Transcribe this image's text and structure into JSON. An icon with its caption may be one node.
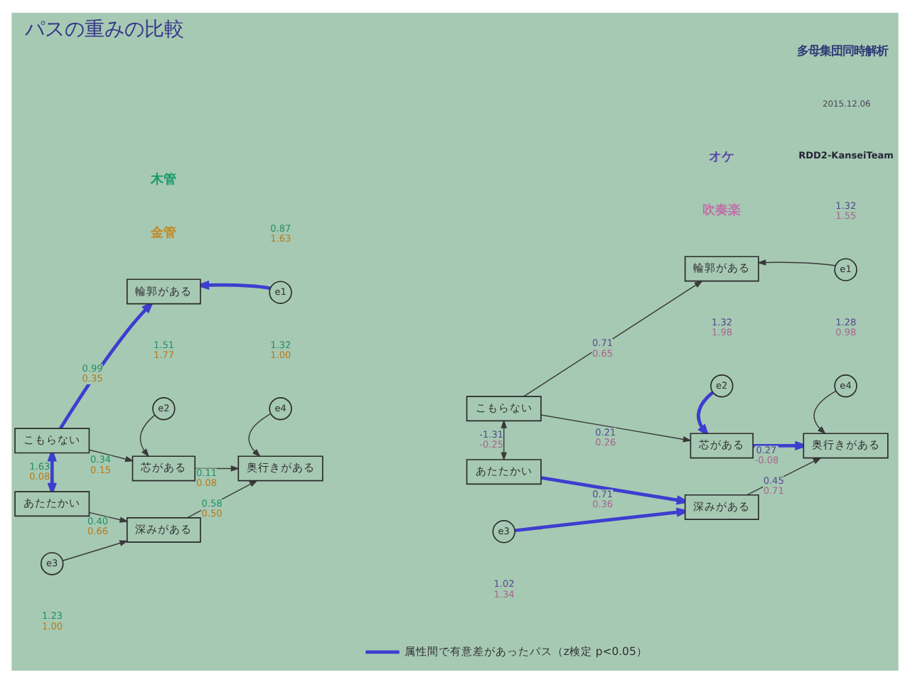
{
  "diagram": {
    "title": "パスの重みの比較",
    "nodes": [
      {
        "text": [
          "輪郭がある"
        ]
      },
      {
        "text": [
          "e1"
        ],
        "beside": [
          "0.87",
          "1.63"
        ]
      },
      {
        "text": [
          "こもらない"
        ]
      },
      {
        "text": [
          "芯がある"
        ]
      },
      {
        "text": [
          "e2"
        ],
        "beside": [
          "1.51",
          "1.77"
        ]
      },
      {
        "text": [
          "奥行きがある"
        ]
      },
      {
        "text": [
          "e4"
        ],
        "beside": [
          "1.32",
          "1.00"
        ]
      },
      {
        "text": [
          "あたたかい"
        ]
      },
      {
        "text": [
          "深みがある"
        ]
      },
      {
        "text": [
          "e3"
        ],
        "beside": [
          "1.23",
          "1.00"
        ]
      },
      {
        "text": [
          "輪郭がある"
        ]
      },
      {
        "text": [
          "e1"
        ],
        "beside": [
          "1.32",
          "1.55"
        ]
      },
      {
        "text": [
          "こもらない"
        ]
      },
      {
        "text": [
          "芯がある"
        ]
      },
      {
        "text": [
          "e2"
        ],
        "beside": [
          "1.32",
          "1.98"
        ]
      },
      {
        "text": [
          "奥行きがある"
        ]
      },
      {
        "text": [
          "e4"
        ],
        "beside": [
          "1.28",
          "0.98"
        ]
      },
      {
        "text": [
          "あたたかい"
        ]
      },
      {
        "text": [
          "深みがある"
        ]
      },
      {
        "text": [
          "e3"
        ],
        "beside": [
          "1.02",
          "1.34"
        ]
      }
    ],
    "edges": [
      {
        "from": 1,
        "to": 0,
        "arrow": "to",
        "style": "thick",
        "color": "#3d3dd0"
      },
      {
        "from": 2,
        "to": 0,
        "arrow": "to",
        "label": "0.99 0.35",
        "style": "thick",
        "color": "#3d3dd0"
      },
      {
        "from": 4,
        "to": 3,
        "arrow": "to"
      },
      {
        "from": 2,
        "to": 3,
        "arrow": "to",
        "label": "0.34 0.15"
      },
      {
        "from": 3,
        "to": 5,
        "arrow": "to",
        "label": "0.11 0.08"
      },
      {
        "from": 6,
        "to": 5,
        "arrow": "to"
      },
      {
        "from": 2,
        "to": 7,
        "arrow": "both",
        "label": "1.63 0.08",
        "style": "thick",
        "color": "#3d3dd0"
      },
      {
        "from": 7,
        "to": 8,
        "arrow": "to",
        "label": "0.40 0.66"
      },
      {
        "from": 8,
        "to": 5,
        "arrow": "to",
        "label": "0.58 0.50"
      },
      {
        "from": 9,
        "to": 8,
        "arrow": "to"
      },
      {
        "from": 11,
        "to": 10,
        "arrow": "to"
      },
      {
        "from": 12,
        "to": 10,
        "arrow": "to",
        "label": "0.71 0.65"
      },
      {
        "from": 14,
        "to": 13,
        "arrow": "to",
        "style": "thick",
        "color": "#3d3dd0"
      },
      {
        "from": 12,
        "to": 13,
        "arrow": "to",
        "label": "0.21 0.26"
      },
      {
        "from": 13,
        "to": 15,
        "arrow": "to",
        "label": "0.27 -0.08",
        "style": "thick",
        "color": "#3d3dd0"
      },
      {
        "from": 16,
        "to": 15,
        "arrow": "to"
      },
      {
        "from": 12,
        "to": 17,
        "arrow": "both",
        "label": "-1.31 -0.25"
      },
      {
        "from": 17,
        "to": 18,
        "arrow": "to",
        "label": "0.71 0.36",
        "style": "thick",
        "color": "#3d3dd0"
      },
      {
        "from": 18,
        "to": 15,
        "arrow": "to",
        "label": "0.45 0.71"
      },
      {
        "from": 19,
        "to": 18,
        "arrow": "to",
        "style": "thick",
        "color": "#3d3dd0"
      }
    ],
    "labels": [
      "多母集団同時解析",
      "2015.12.06",
      "RDD2-KanseiTeam",
      "木管",
      "金管",
      "オケ",
      "吹奏楽"
    ],
    "legend": [
      {
        "text": "属性間で有意差があったパス（z検定 p<0.05）"
      }
    ]
  }
}
